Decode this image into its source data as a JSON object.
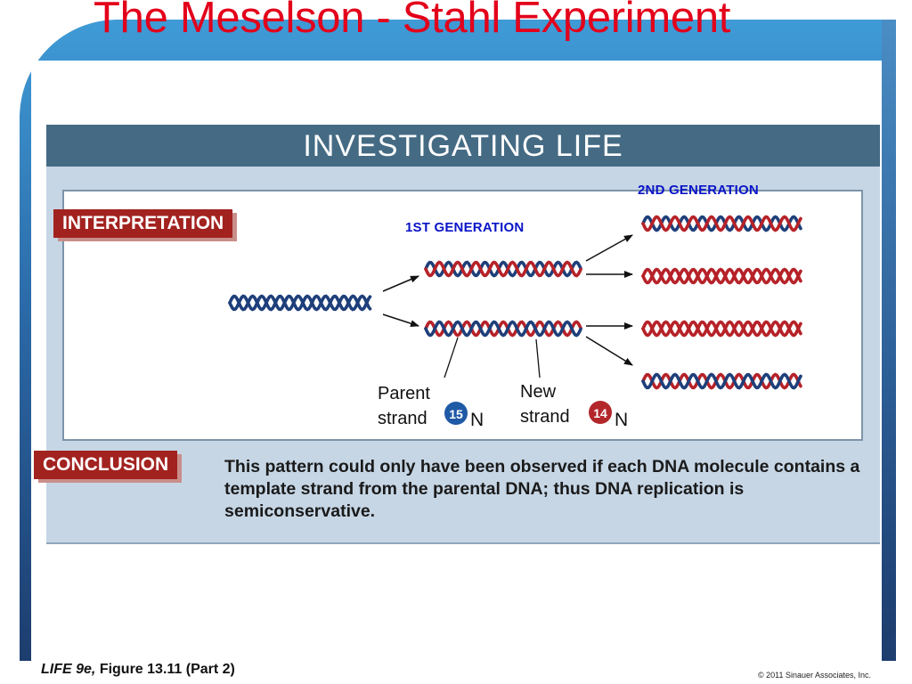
{
  "slide": {
    "title": "The Meselson - Stahl Experiment"
  },
  "figure": {
    "header": "INVESTIGATING LIFE",
    "interpretation_tag": "INTERPRETATION",
    "conclusion_tag": "CONCLUSION",
    "conclusion_text": "This pattern could only have been observed if each DNA molecule contains a template strand from the parental DNA; thus DNA replication is semiconservative.",
    "first_generation": "1ST GENERATION",
    "second_generation": "2ND GENERATION",
    "parent_strand": {
      "line1": "Parent",
      "line2": "strand",
      "isotope_number": "15",
      "element": "N",
      "badge_color": "#1f5aa6"
    },
    "new_strand": {
      "line1": "New",
      "line2": "strand",
      "isotope_number": "14",
      "element": "N",
      "badge_color": "#b3272b"
    },
    "strand_colors": {
      "heavy": "#1e3f7a",
      "light": "#b62228"
    }
  },
  "footer": {
    "book": "LIFE 9e,",
    "figure_ref": "Figure 13.11 (Part 2)",
    "copyright": "© 2011 Sinauer Associates, Inc."
  }
}
